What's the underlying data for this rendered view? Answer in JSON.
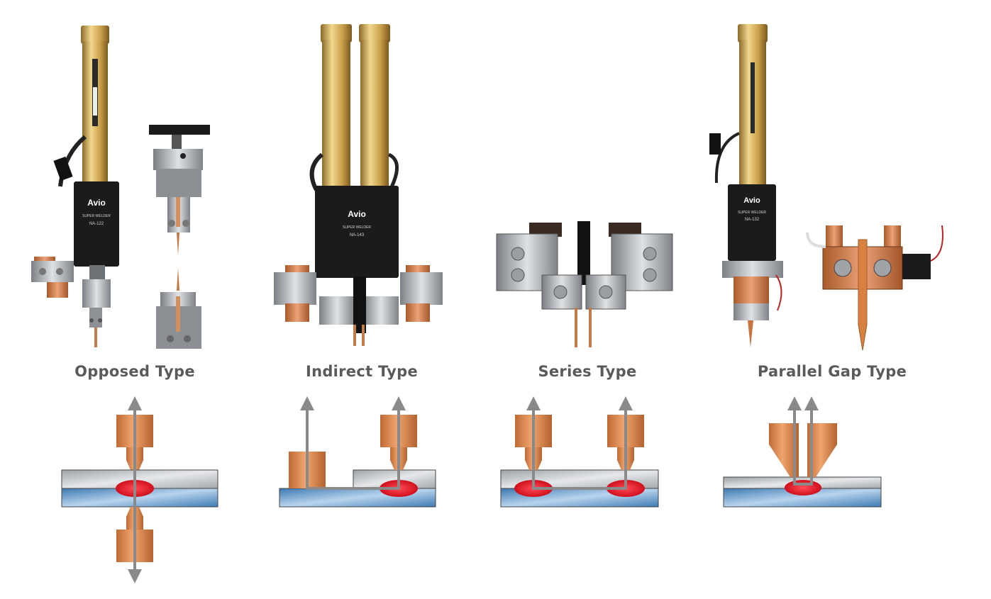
{
  "panels": [
    {
      "caption": "Opposed Type",
      "welder_brand": "Avio",
      "welder_model": "NA-122",
      "welder_series": "SUPER WELDER"
    },
    {
      "caption": "Indirect Type",
      "welder_brand": "Avio",
      "welder_model": "NA-143",
      "welder_series": "SUPER WELDER"
    },
    {
      "caption": "Series Type"
    },
    {
      "caption": "Parallel Gap Type",
      "welder_brand": "Avio",
      "welder_model": "NA-132",
      "welder_series": "SUPER WELDER"
    }
  ],
  "colors": {
    "electrode_copper": "#d9824a",
    "workpiece_top": "#b9bcc0",
    "workpiece_bottom": "#5f95c4",
    "weld_nugget": "#e0202a",
    "current_arrow": "#8a8a8a",
    "brass_cylinder": "#cfa54e",
    "head_body": "#1b1b1b"
  },
  "icons": [
    "up-arrow-icon",
    "down-arrow-icon"
  ]
}
